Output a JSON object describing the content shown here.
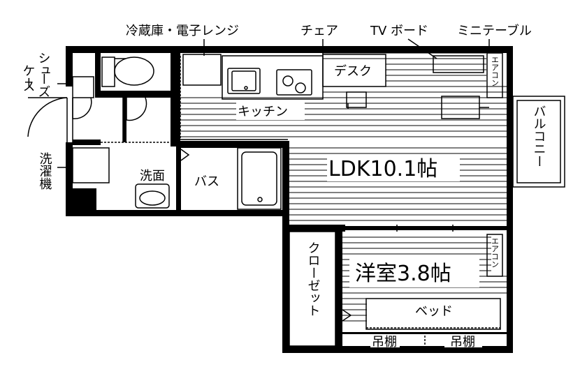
{
  "labels": {
    "fridge_range": "冷蔵庫・電子レンジ",
    "chair": "チェア",
    "tv_board": "TV ボード",
    "mini_table": "ミニテーブル",
    "shoe_case_v1": "シュ",
    "shoe_case_v2": "ーズ",
    "shoe_case_h1": "ケー",
    "shoe_case_h2": "ス",
    "desk": "デスク",
    "aircon": "エアコン",
    "aircon_2": "エアコン",
    "kitchen": "キッチン",
    "balcony": "バルコニー",
    "washer": "洗濯機",
    "washroom": "洗面",
    "bath": "バス",
    "ldk": "LDK10.1帖",
    "closet": "クローゼット",
    "western_room": "洋室3.8帖",
    "bed": "ベッド",
    "shelf_left": "吊棚",
    "shelf_right": "吊棚"
  }
}
